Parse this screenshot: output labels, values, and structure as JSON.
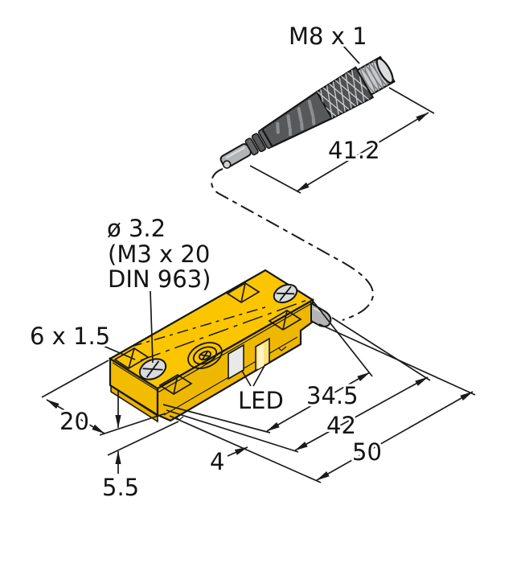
{
  "title": "Dimensional drawing - rectangular sensor with M8 connector cable",
  "labels": {
    "connector_thread": "M8 x 1",
    "connector_length": "41.2",
    "hole_dia_line1": "ø 3.2",
    "hole_dia_line2": "(M3 x 20",
    "hole_dia_line3": "DIN 963)",
    "slot": "6 x 1.5",
    "width": "20",
    "height": "5.5",
    "step": "4",
    "led": "LED",
    "dim_34_5": "34.5",
    "dim_42": "42",
    "dim_50": "50"
  },
  "dimensions_mm": {
    "overall_length": 50,
    "length_to_cable_exit": 42,
    "hole_distance": 34.5,
    "body_width": 20,
    "body_height": 5.5,
    "body_step": 4,
    "slot_size": "6 x 1.5",
    "mounting_hole": "ø 3.2 (M3 x 20 DIN 963)",
    "connector_thread": "M8 x 1",
    "connector_length": 41.2
  },
  "colors": {
    "housing_yellow": "#FBC500",
    "housing_yellow_front": "#EFB800",
    "housing_yellow_left": "#F2BC00",
    "connector_dark_gray": "#57585A",
    "knurl_gray": "#505153",
    "connector_tip_gray": "#C8C9CB",
    "cable_gray": "#B4B5B7",
    "led_window_gray": "#E9E9EA",
    "led_window_glow": "#FFE27A",
    "line_black": "#1A1A1A",
    "background": "#FFFFFF"
  }
}
